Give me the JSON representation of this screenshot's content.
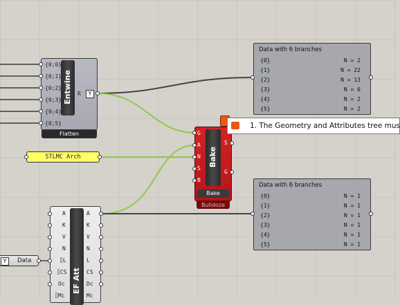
{
  "flatten_component": {
    "name": "Entwine",
    "footer": "Flatten",
    "inputs": [
      "{0;0}",
      "{0;1}",
      "{0;2}",
      "{0;3}",
      "{0;4}",
      "{0;5}"
    ],
    "output": "R"
  },
  "panel_top": {
    "title": "Data with 6 branches",
    "rows": [
      {
        "k": "{0}",
        "v": "N = 2"
      },
      {
        "k": "{1}",
        "v": "N = 22"
      },
      {
        "k": "{2}",
        "v": "N = 13"
      },
      {
        "k": "{3}",
        "v": "N = 6"
      },
      {
        "k": "{4}",
        "v": "N = 2"
      },
      {
        "k": "{5}",
        "v": "N = 2"
      }
    ]
  },
  "panel_bottom": {
    "title": "Data with 6 branches",
    "rows": [
      {
        "k": "{0}",
        "v": "N = 1"
      },
      {
        "k": "{1}",
        "v": "N = 1"
      },
      {
        "k": "{2}",
        "v": "N = 1"
      },
      {
        "k": "{3}",
        "v": "N = 1"
      },
      {
        "k": "{4}",
        "v": "N = 1"
      },
      {
        "k": "{5}",
        "v": "N = 1"
      }
    ]
  },
  "bake_component": {
    "name": "Bake",
    "button": "Bake",
    "footer": "Bulldoze",
    "inputs": [
      "G",
      "A",
      "N",
      "S",
      "B"
    ],
    "outputs": [
      "S",
      "G"
    ]
  },
  "warning": {
    "message": "1. The Geometry and Attributes tree mus"
  },
  "string_param": {
    "value": "STLMC Arch"
  },
  "attr_component": {
    "name": "EF Att",
    "inputs": [
      "A",
      "K",
      "V",
      "N",
      "⌷L",
      "⌷CS",
      "Oc",
      "⌷Mc"
    ],
    "outputs": [
      "A",
      "K",
      "V",
      "N",
      "L",
      "CS",
      "Dc",
      "Mc"
    ]
  },
  "data_param": {
    "label": "Data"
  },
  "colors": {
    "wire_dark": "#444444",
    "wire_green": "#8fc94f",
    "bake_red": "#c8191b",
    "string_yellow": "#ffff66",
    "warning_orange": "#e85a12"
  }
}
